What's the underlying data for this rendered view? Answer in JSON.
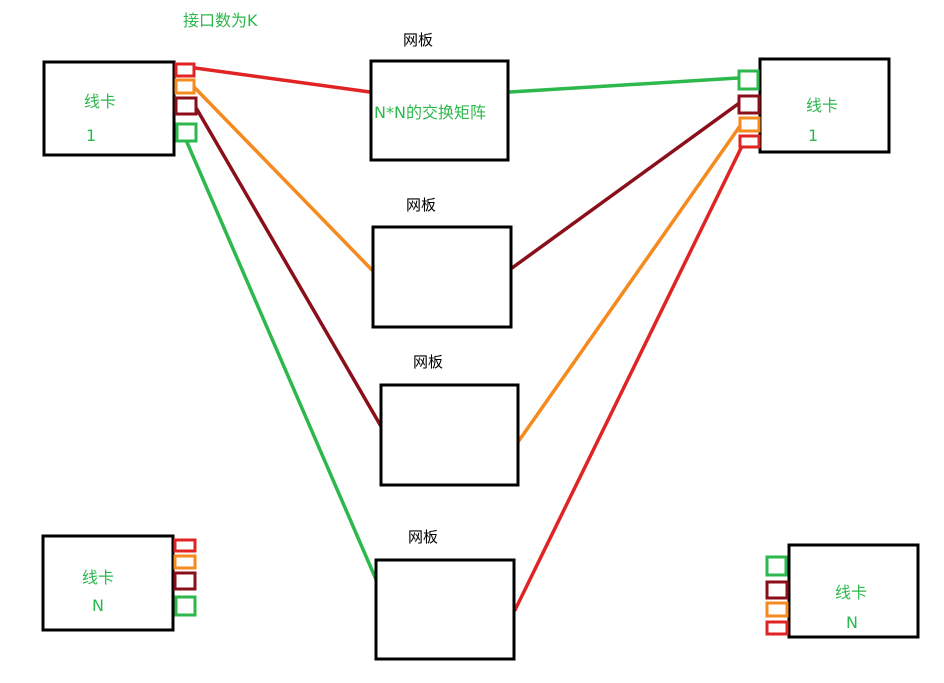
{
  "colors": {
    "red": "#e02424",
    "orange": "#f58a1f",
    "darkred": "#8b0f1a",
    "green": "#2db84d",
    "label_green": "#2db84d"
  },
  "labels": {
    "interface_count": "接口数为K",
    "switch_board": "网板",
    "switch_matrix": "N*N的交换矩阵",
    "line_card": "线卡",
    "card_1": "1",
    "card_n": "N"
  }
}
